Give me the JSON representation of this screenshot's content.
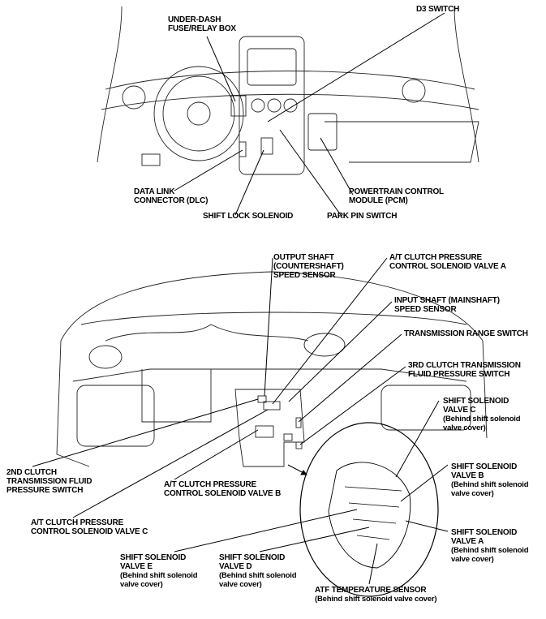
{
  "dashboard_labels": {
    "fuse_box": [
      "UNDER-DASH",
      "FUSE/RELAY BOX"
    ],
    "d3_switch": [
      "D3 SWITCH"
    ],
    "dlc": [
      "DATA LINK",
      "CONNECTOR (DLC)"
    ],
    "shift_lock": [
      "SHIFT LOCK SOLENOID"
    ],
    "pcm": [
      "POWERTRAIN CONTROL",
      "MODULE (PCM)"
    ],
    "park_pin": [
      "PARK PIN SWITCH"
    ]
  },
  "engine_labels": {
    "output_shaft": [
      "OUTPUT SHAFT",
      "(COUNTERSHAFT)",
      "SPEED SENSOR"
    ],
    "valve_a_pressure": [
      "A/T CLUTCH PRESSURE",
      "CONTROL SOLENOID VALVE A"
    ],
    "input_shaft": [
      "INPUT SHAFT (MAINSHAFT)",
      "SPEED SENSOR"
    ],
    "range_switch": [
      "TRANSMISSION RANGE SWITCH"
    ],
    "third_clutch": [
      "3RD CLUTCH TRANSMISSION",
      "FLUID PRESSURE SWITCH"
    ],
    "shift_c": [
      "SHIFT SOLENOID",
      "VALVE C"
    ],
    "shift_b": [
      "SHIFT SOLENOID",
      "VALVE B"
    ],
    "second_clutch": [
      "2ND CLUTCH",
      "TRANSMISSION FLUID",
      "PRESSURE SWITCH"
    ],
    "valve_b_pressure": [
      "A/T CLUTCH PRESSURE",
      "CONTROL SOLENOID VALVE B"
    ],
    "valve_c_pressure": [
      "A/T CLUTCH PRESSURE",
      "CONTROL SOLENOID VALVE C"
    ],
    "shift_a": [
      "SHIFT SOLENOID",
      "VALVE A"
    ],
    "shift_e": [
      "SHIFT SOLENOID",
      "VALVE E"
    ],
    "shift_d": [
      "SHIFT SOLENOID",
      "VALVE D"
    ],
    "atf_temp": [
      "ATF TEMPERATURE SENSOR"
    ]
  },
  "notes": {
    "behind_cover_2line": [
      "(Behind shift solenoid",
      "valve cover)"
    ],
    "behind_cover_1line": "(Behind shift solenoid valve cover)"
  }
}
